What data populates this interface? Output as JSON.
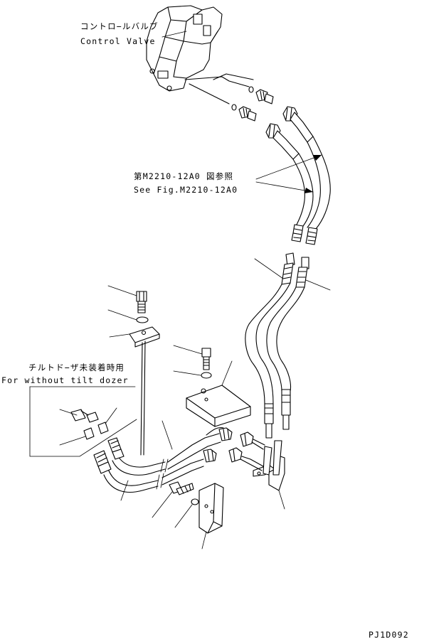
{
  "labels": {
    "control_valve_ja": "コントロ−ルバルブ",
    "control_valve_en": "Control Valve",
    "see_fig_ja": "第M2210-12A0 図参照",
    "see_fig_en": "See Fig.M2210-12A0",
    "tilt_dozer_ja": "チルトド−ザ未装着時用",
    "tilt_dozer_en": "For without tilt dozer",
    "drawing_code": "PJ1D092"
  }
}
